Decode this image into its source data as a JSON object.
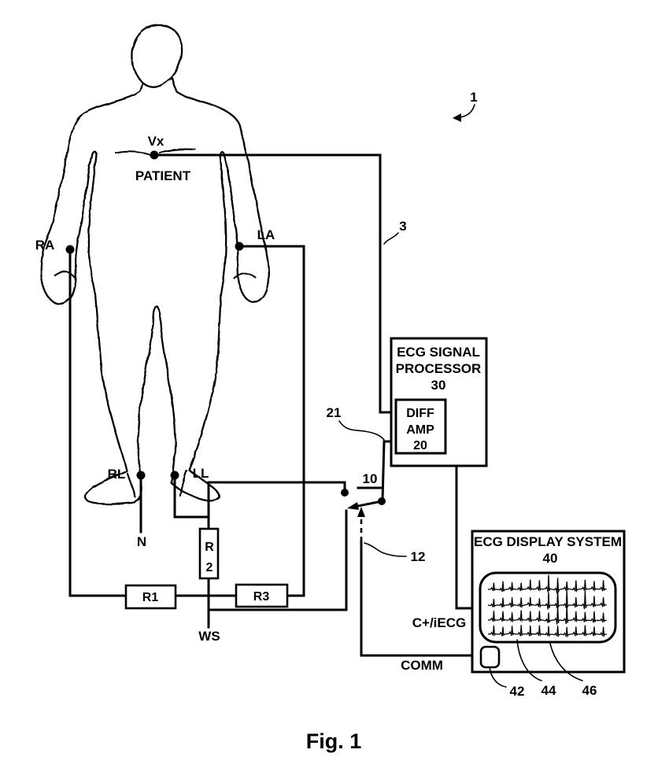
{
  "colors": {
    "ink": "#000000",
    "paper": "#ffffff"
  },
  "patient": {
    "label": "PATIENT",
    "electrodes": {
      "vx": "Vx",
      "ra": "RA",
      "la": "LA",
      "rl": "RL",
      "ll": "LL",
      "neutral": "N"
    }
  },
  "network": {
    "r1": "R1",
    "r2_top": "R",
    "r2_bottom": "2",
    "r3": "R3",
    "ws": "WS"
  },
  "processor": {
    "title1": "ECG SIGNAL",
    "title2": "PROCESSOR",
    "ref": "30",
    "amp": {
      "l1": "DIFF",
      "l2": "AMP",
      "ref": "20"
    }
  },
  "display": {
    "title": "ECG DISPLAY SYSTEM",
    "ref": "40",
    "input": "C+/iECG",
    "comm": "COMM",
    "ref_comm": "42",
    "ref_screen": "44",
    "ref_traces": "46"
  },
  "refs": {
    "system": "1",
    "vx_line": "3",
    "switch": "10",
    "amp_input": "21",
    "control": "12"
  },
  "caption": "Fig. 1"
}
